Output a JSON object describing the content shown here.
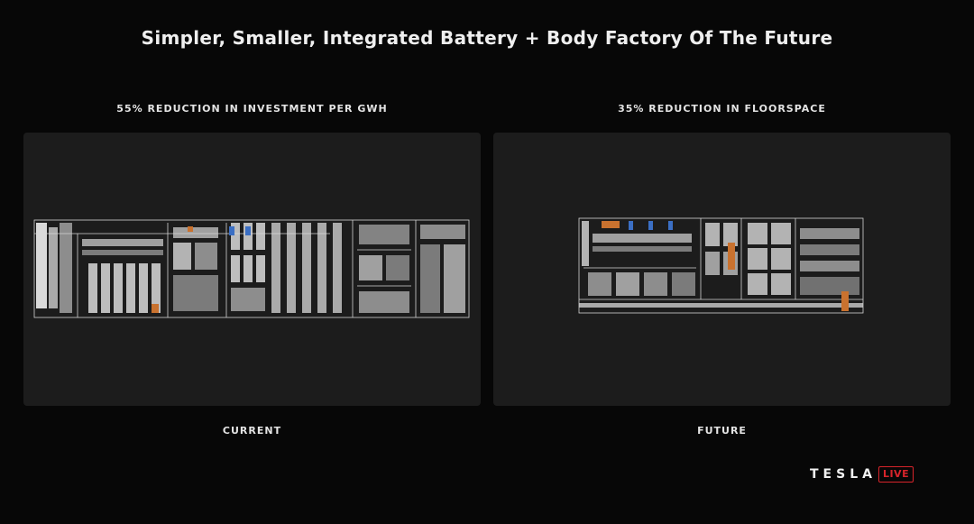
{
  "slide": {
    "title": "Simpler, Smaller, Integrated Battery + Body Factory Of The Future"
  },
  "left_panel": {
    "headline": "55% REDUCTION IN INVESTMENT PER GWH",
    "caption": "CURRENT"
  },
  "right_panel": {
    "headline": "35% REDUCTION IN FLOORSPACE",
    "caption": "FUTURE"
  },
  "brand": {
    "wordmark": "TESLA",
    "badge": "LIVE",
    "badge_color": "#d8242b"
  },
  "colors": {
    "background": "#070707",
    "panel": "#1c1c1c",
    "drawing": "#d9d9d9",
    "accent_blue": "#3b6fc4",
    "accent_orange": "#c9722f"
  }
}
